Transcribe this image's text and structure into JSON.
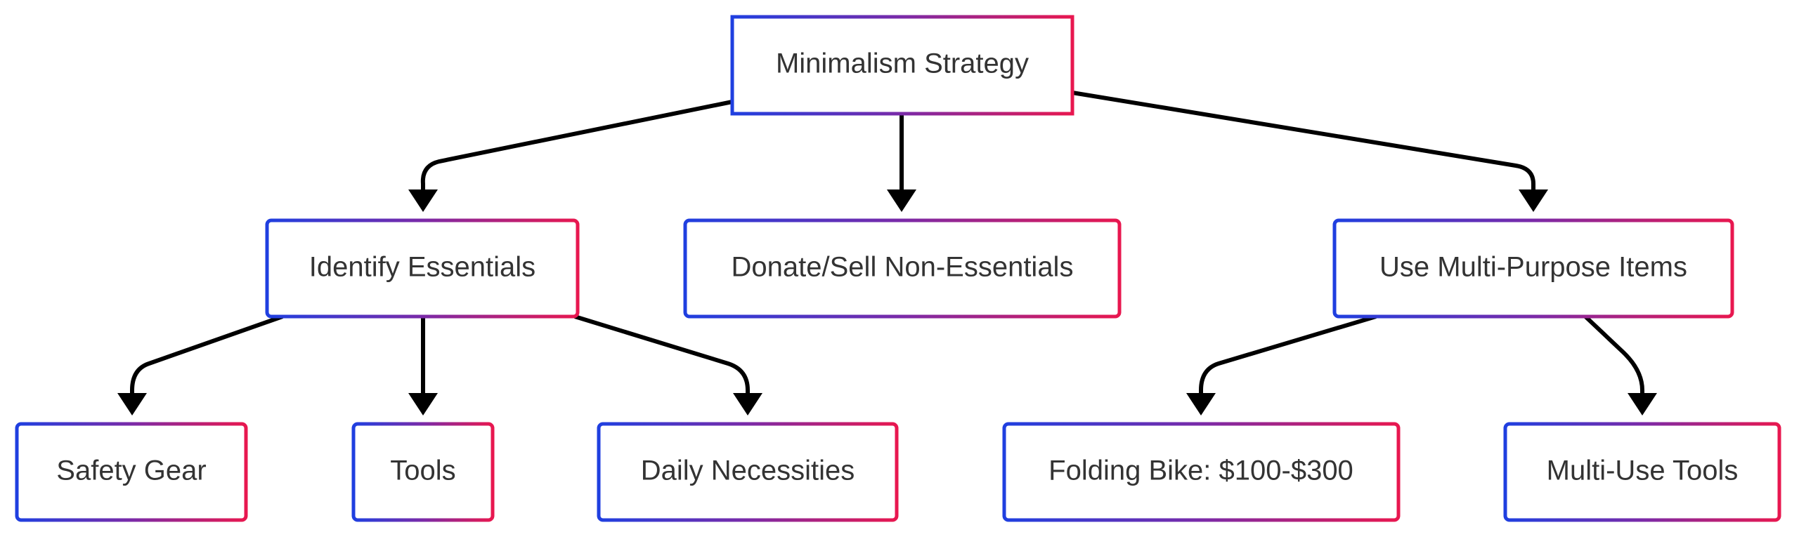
{
  "diagram": {
    "type": "flowchart-tree",
    "colors": {
      "border_start": "#1f3fe0",
      "border_mid": "#7a2aa8",
      "border_end": "#e8174f",
      "text": "#333333",
      "edge": "#000000",
      "background": "#ffffff"
    },
    "nodes": [
      {
        "id": "minimalism-strategy",
        "label": "Minimalism Strategy"
      },
      {
        "id": "identify-essentials",
        "label": "Identify Essentials"
      },
      {
        "id": "donate-sell",
        "label": "Donate/Sell Non-Essentials"
      },
      {
        "id": "multi-purpose",
        "label": "Use Multi-Purpose Items"
      },
      {
        "id": "safety-gear",
        "label": "Safety Gear"
      },
      {
        "id": "tools",
        "label": "Tools"
      },
      {
        "id": "daily-necessities",
        "label": "Daily Necessities"
      },
      {
        "id": "folding-bike",
        "label": "Folding Bike: $100-$300"
      },
      {
        "id": "multi-use-tools",
        "label": "Multi-Use Tools"
      }
    ],
    "edges": [
      {
        "from": "minimalism-strategy",
        "to": "identify-essentials"
      },
      {
        "from": "minimalism-strategy",
        "to": "donate-sell"
      },
      {
        "from": "minimalism-strategy",
        "to": "multi-purpose"
      },
      {
        "from": "identify-essentials",
        "to": "safety-gear"
      },
      {
        "from": "identify-essentials",
        "to": "tools"
      },
      {
        "from": "identify-essentials",
        "to": "daily-necessities"
      },
      {
        "from": "multi-purpose",
        "to": "folding-bike"
      },
      {
        "from": "multi-purpose",
        "to": "multi-use-tools"
      }
    ]
  }
}
